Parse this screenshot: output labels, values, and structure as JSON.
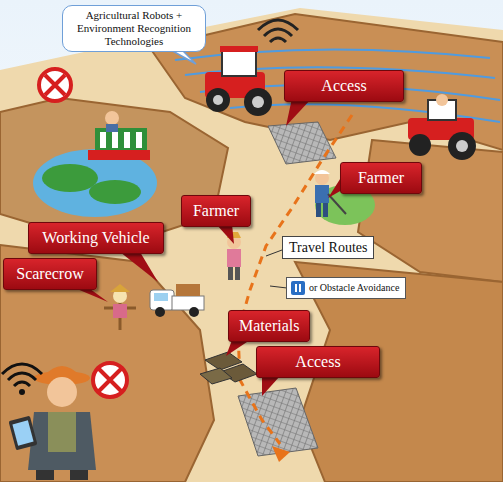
{
  "diagram": {
    "nodes": [
      {
        "text": [
          "Agricultural Robots + Environment Recognition Technologies"
        ]
      },
      {
        "text": [
          "Access"
        ]
      },
      {
        "text": [
          "Farmer"
        ]
      },
      {
        "text": [
          "Farmer"
        ]
      },
      {
        "text": [
          "Working Vehicle"
        ]
      },
      {
        "text": [
          "Travel Routes"
        ]
      },
      {
        "text": [
          "Scarecrow"
        ]
      },
      {
        "text": [
          "or Obstacle Avoidance"
        ]
      },
      {
        "text": [
          "Materials"
        ]
      },
      {
        "text": [
          "Access"
        ]
      }
    ]
  }
}
